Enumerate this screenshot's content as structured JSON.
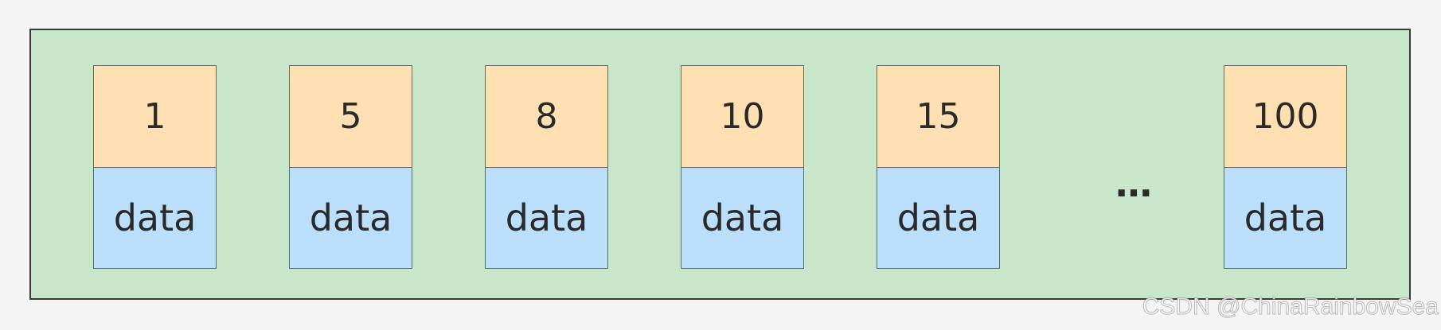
{
  "diagram": {
    "cells": [
      {
        "key": "1",
        "data": "data"
      },
      {
        "key": "5",
        "data": "data"
      },
      {
        "key": "8",
        "data": "data"
      },
      {
        "key": "10",
        "data": "data"
      },
      {
        "key": "15",
        "data": "data"
      },
      {
        "key": "100",
        "data": "data"
      }
    ],
    "ellipsis": "…"
  },
  "watermark": "CSDN @ChinaRainbowSea",
  "colors": {
    "page_bg": "#c8e6c9",
    "key_bg": "#ffe0b3",
    "data_bg": "#bbdefb",
    "border": "#3a3a3a"
  }
}
